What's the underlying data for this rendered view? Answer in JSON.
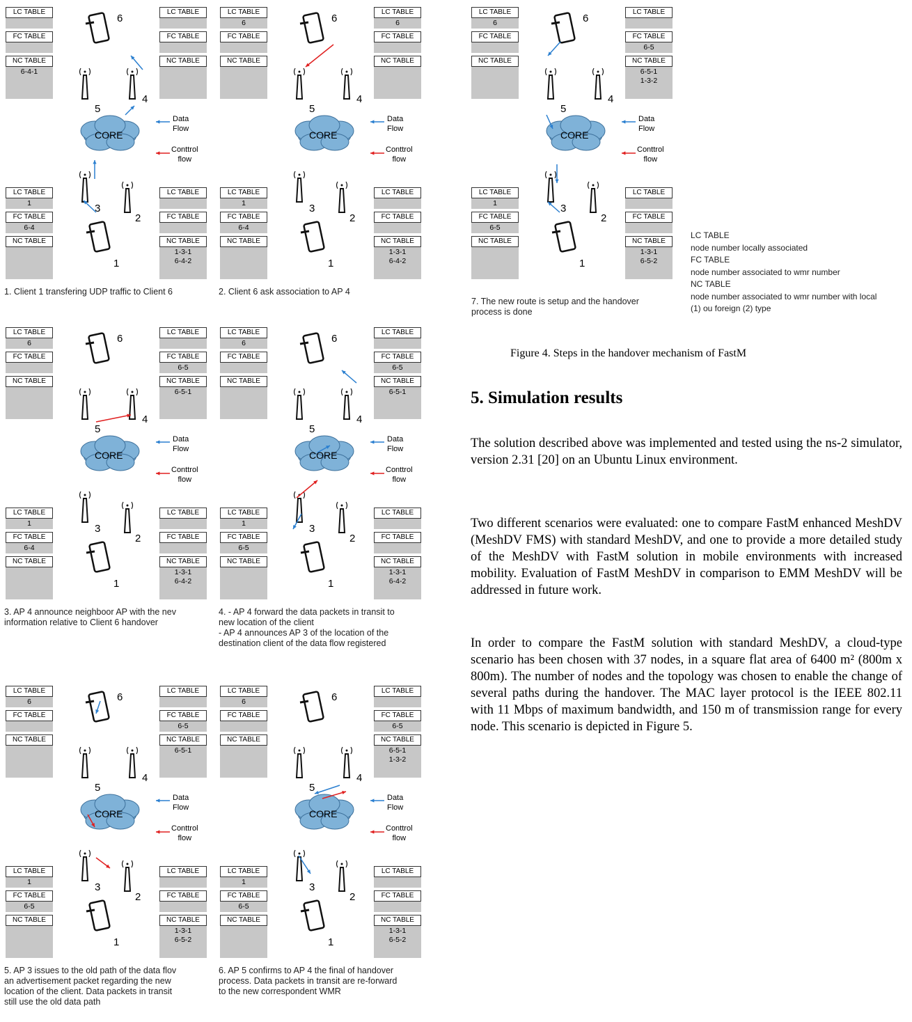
{
  "labels": {
    "lc": "LC TABLE",
    "fc": "FC TABLE",
    "nc": "NC TABLE",
    "core": "CORE",
    "data_flow": "Data\nFlow",
    "control_flow": "Conttrol\nflow"
  },
  "panels": [
    {
      "caption": "1. Client 1 transfering UDP traffic to Client 6",
      "tl": {
        "lc": "",
        "fc": "",
        "nc": "6-4-1"
      },
      "tr": {
        "lc": "",
        "fc": "",
        "nc": ""
      },
      "bl": {
        "lc": "1",
        "fc": "6-4",
        "nc": ""
      },
      "br": {
        "lc": "",
        "fc": "",
        "nc": "1-3-1\n6-4-2"
      }
    },
    {
      "caption": "2. Client 6 ask association to AP 4",
      "tl": {
        "lc": "6",
        "fc": "",
        "nc": ""
      },
      "tr": {
        "lc": "6",
        "fc": "",
        "nc": ""
      },
      "bl": {
        "lc": "1",
        "fc": "6-4",
        "nc": ""
      },
      "br": {
        "lc": "",
        "fc": "",
        "nc": "1-3-1\n6-4-2"
      }
    },
    {
      "caption": "3. AP 4 announce neighboor AP with the nev\ninformation relative to Client 6 handover",
      "tl": {
        "lc": "6",
        "fc": "",
        "nc": ""
      },
      "tr": {
        "lc": "",
        "fc": "6-5",
        "nc": "6-5-1"
      },
      "bl": {
        "lc": "1",
        "fc": "6-4",
        "nc": ""
      },
      "br": {
        "lc": "",
        "fc": "",
        "nc": "1-3-1\n6-4-2"
      }
    },
    {
      "caption": "4. - AP 4 forward the data packets in transit to\nnew location of the client\n- AP 4 announces AP 3 of the location of the\ndestination client of the data flow registered",
      "tl": {
        "lc": "6",
        "fc": "",
        "nc": ""
      },
      "tr": {
        "lc": "",
        "fc": "6-5",
        "nc": "6-5-1"
      },
      "bl": {
        "lc": "1",
        "fc": "6-5",
        "nc": ""
      },
      "br": {
        "lc": "",
        "fc": "",
        "nc": "1-3-1\n6-4-2"
      }
    },
    {
      "caption": "5. AP 3 issues to the old path of the data flov\nan advertisement packet regarding the new\nlocation of the client. Data packets in transit\nstill use the old data path",
      "tl": {
        "lc": "6",
        "fc": "",
        "nc": ""
      },
      "tr": {
        "lc": "",
        "fc": "6-5",
        "nc": "6-5-1"
      },
      "bl": {
        "lc": "1",
        "fc": "6-5",
        "nc": ""
      },
      "br": {
        "lc": "",
        "fc": "",
        "nc": "1-3-1\n6-5-2"
      }
    },
    {
      "caption": "6. AP 5 confirms to AP 4 the final of handover\nprocess. Data packets in transit are re-forward\nto the new correspondent WMR",
      "tl": {
        "lc": "6",
        "fc": "",
        "nc": ""
      },
      "tr": {
        "lc": "",
        "fc": "6-5",
        "nc": "6-5-1\n1-3-2"
      },
      "bl": {
        "lc": "1",
        "fc": "6-5",
        "nc": ""
      },
      "br": {
        "lc": "",
        "fc": "",
        "nc": "1-3-1\n6-5-2"
      }
    },
    {
      "caption": "7. The new route is setup and the handover\nprocess is done",
      "tl": {
        "lc": "6",
        "fc": "",
        "nc": ""
      },
      "tr": {
        "lc": "",
        "fc": "6-5",
        "nc": "6-5-1\n1-3-2"
      },
      "bl": {
        "lc": "1",
        "fc": "6-5",
        "nc": ""
      },
      "br": {
        "lc": "",
        "fc": "",
        "nc": "1-3-1\n6-5-2"
      }
    }
  ],
  "legend_key": {
    "lc_title": "LC TABLE",
    "lc_desc": "node number locally associated",
    "fc_title": "FC TABLE",
    "fc_desc": "node number associated to wmr number",
    "nc_title": "NC TABLE",
    "nc_desc": "node number associated to wmr number with local",
    "nc_desc2": "(1) ou foreign (2) type"
  },
  "figure_caption": "Figure 4. Steps in the handover mechanism of FastM",
  "section_heading": "5. Simulation results",
  "paragraphs": [
    "The solution described above was implemented and tested using the ns-2 simulator, version 2.31 [20] on an Ubuntu Linux environment.",
    "Two different scenarios were evaluated: one to compare FastM enhanced MeshDV (MeshDV FMS) with standard MeshDV, and one to provide a more detailed study of the MeshDV with FastM solution in mobile environments with increased mobility. Evaluation of FastM MeshDV in comparison to EMM MeshDV will be addressed in future work.",
    "In order to compare the FastM solution with standard MeshDV, a cloud-type scenario has been chosen with 37 nodes, in a square flat area of 6400 m² (800m x 800m). The number of nodes and the topology was chosen to enable the change of several paths during the handover. The MAC layer protocol is the IEEE 802.11 with 11 Mbps of maximum bandwidth, and 150 m of transmission range for every node. This scenario is depicted in Figure 5."
  ]
}
